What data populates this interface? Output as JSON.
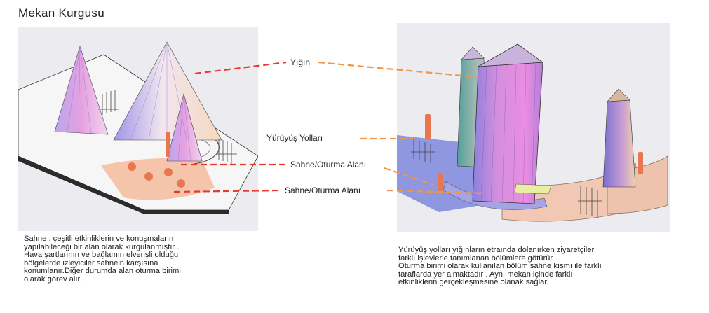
{
  "page": {
    "title": "Mekan Kurgusu"
  },
  "labels": {
    "yigin": "Yığın",
    "yuruyus": "Yürüyüş Yolları",
    "sahne1": "Sahne/Oturma Alanı",
    "sahne2": "Sahne/Oturma Alanı"
  },
  "descriptions": {
    "left": [
      "Sahne , çeşitli etkinliklerin ve konuşmaların",
      "yapılabileceği bir alan olarak kurgulanmıştır .",
      "Hava şartlarının ve bağlamın  elverişli olduğu",
      "bölgelerde izleyiciler sahnein karşısına",
      "konumlanır.Diğer durumda alan oturma birimi",
      "olarak görev alır ."
    ],
    "right": [
      "Yürüyüş yolları yığınların etraında dolanırken ziyaretçileri",
      "farklı işlevlerle tanımlanan bölümlere götürür.",
      "Oturma birimi olarak kullanılan bölüm sahne kısmı ile farklı",
      "taraflarda yer almaktadır .  Aynı mekan içinde farklı",
      "etkinliklerin gerçekleşmesine olanak sağlar."
    ]
  },
  "colors": {
    "red_leader": "#e8392f",
    "orange_leader": "#f0964a",
    "pink": "#e38ad6",
    "violet": "#7d70d8",
    "peach": "#f6ad8c",
    "panel": "#ececf0"
  }
}
